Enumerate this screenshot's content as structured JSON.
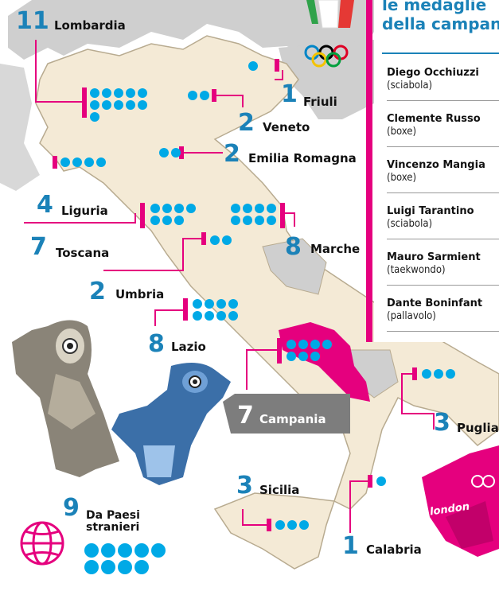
{
  "header": {
    "title_line1": "le medaglie",
    "title_line2": "della campan"
  },
  "athletes": [
    {
      "name": "Diego Occhiuzzi",
      "sport": "(sciabola)"
    },
    {
      "name": "Clemente Russo",
      "sport": "(boxe)"
    },
    {
      "name": "Vincenzo Mangia",
      "sport": "(boxe)"
    },
    {
      "name": "Luigi Tarantino",
      "sport": "(sciabola)"
    },
    {
      "name": "Mauro Sarmient",
      "sport": "(taekwondo)"
    },
    {
      "name": "Dante Boninfant",
      "sport": "(pallavolo)"
    }
  ],
  "regions": [
    {
      "id": "lombardia",
      "count": "11",
      "name": "Lombardia",
      "medals": 11
    },
    {
      "id": "friuli",
      "count": "1",
      "name": "Friuli",
      "medals": 1
    },
    {
      "id": "veneto",
      "count": "2",
      "name": "Veneto",
      "medals": 2
    },
    {
      "id": "emilia",
      "count": "2",
      "name": "Emilia Romagna",
      "medals": 2
    },
    {
      "id": "liguria",
      "count": "4",
      "name": "Liguria",
      "medals": 4
    },
    {
      "id": "toscana",
      "count": "7",
      "name": "Toscana",
      "medals": 7
    },
    {
      "id": "marche",
      "count": "8",
      "name": "Marche",
      "medals": 8
    },
    {
      "id": "umbria",
      "count": "2",
      "name": "Umbria",
      "medals": 2
    },
    {
      "id": "lazio",
      "count": "8",
      "name": "Lazio",
      "medals": 8
    },
    {
      "id": "campania",
      "count": "7",
      "name": "Campania",
      "medals": 7
    },
    {
      "id": "puglia",
      "count": "3",
      "name": "Puglia",
      "medals": 3
    },
    {
      "id": "sicilia",
      "count": "3",
      "name": "Sicilia",
      "medals": 3
    },
    {
      "id": "calabria",
      "count": "1",
      "name": "Calabria",
      "medals": 1
    },
    {
      "id": "foreign",
      "count": "9",
      "name_line1": "Da Paesi",
      "name_line2": "stranieri",
      "medals": 9
    }
  ],
  "logo": {
    "text": "london"
  },
  "colors": {
    "accent_blue": "#1b82b8",
    "medal_dot": "#00a9e6",
    "magenta": "#e5007e",
    "land": "#f4ead6",
    "other_land": "#cfcfcf",
    "callout": "#7d7d7d"
  },
  "icons": [
    "olympic-rings-icon",
    "globe-icon",
    "italian-flag-icon",
    "mascot-wenlock-icon",
    "mascot-mandeville-icon"
  ]
}
